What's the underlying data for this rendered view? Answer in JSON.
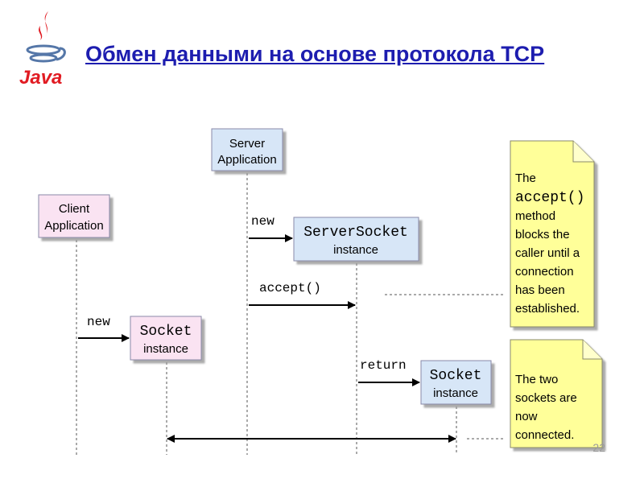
{
  "logo": {
    "text": "Java",
    "colors": {
      "red": "#e11b22",
      "blue": "#5577a8"
    }
  },
  "title": "Обмен данными на основе протокола TCP",
  "page_number": "22",
  "diagram": {
    "boxes": {
      "server_app": [
        "Server",
        "Application"
      ],
      "client_app": [
        "Client",
        "Application"
      ],
      "server_socket": [
        "ServerSocket",
        "instance"
      ],
      "client_socket": [
        "Socket",
        "instance"
      ],
      "server_side_socket": [
        "Socket",
        "instance"
      ]
    },
    "messages": {
      "new_server_socket": "new",
      "accept": "accept()",
      "new_socket": "new",
      "return": "return"
    },
    "notes": {
      "accept_note": [
        "The",
        "accept()",
        "method",
        "blocks the",
        "caller until a",
        "connection",
        "has been",
        "established."
      ],
      "connected_note": [
        "The two",
        "sockets are",
        "now",
        "connected."
      ]
    },
    "colors": {
      "server_box": "#d7e6f7",
      "client_box": "#fae3f2",
      "note": "#ffff99",
      "line": "#000000"
    }
  }
}
